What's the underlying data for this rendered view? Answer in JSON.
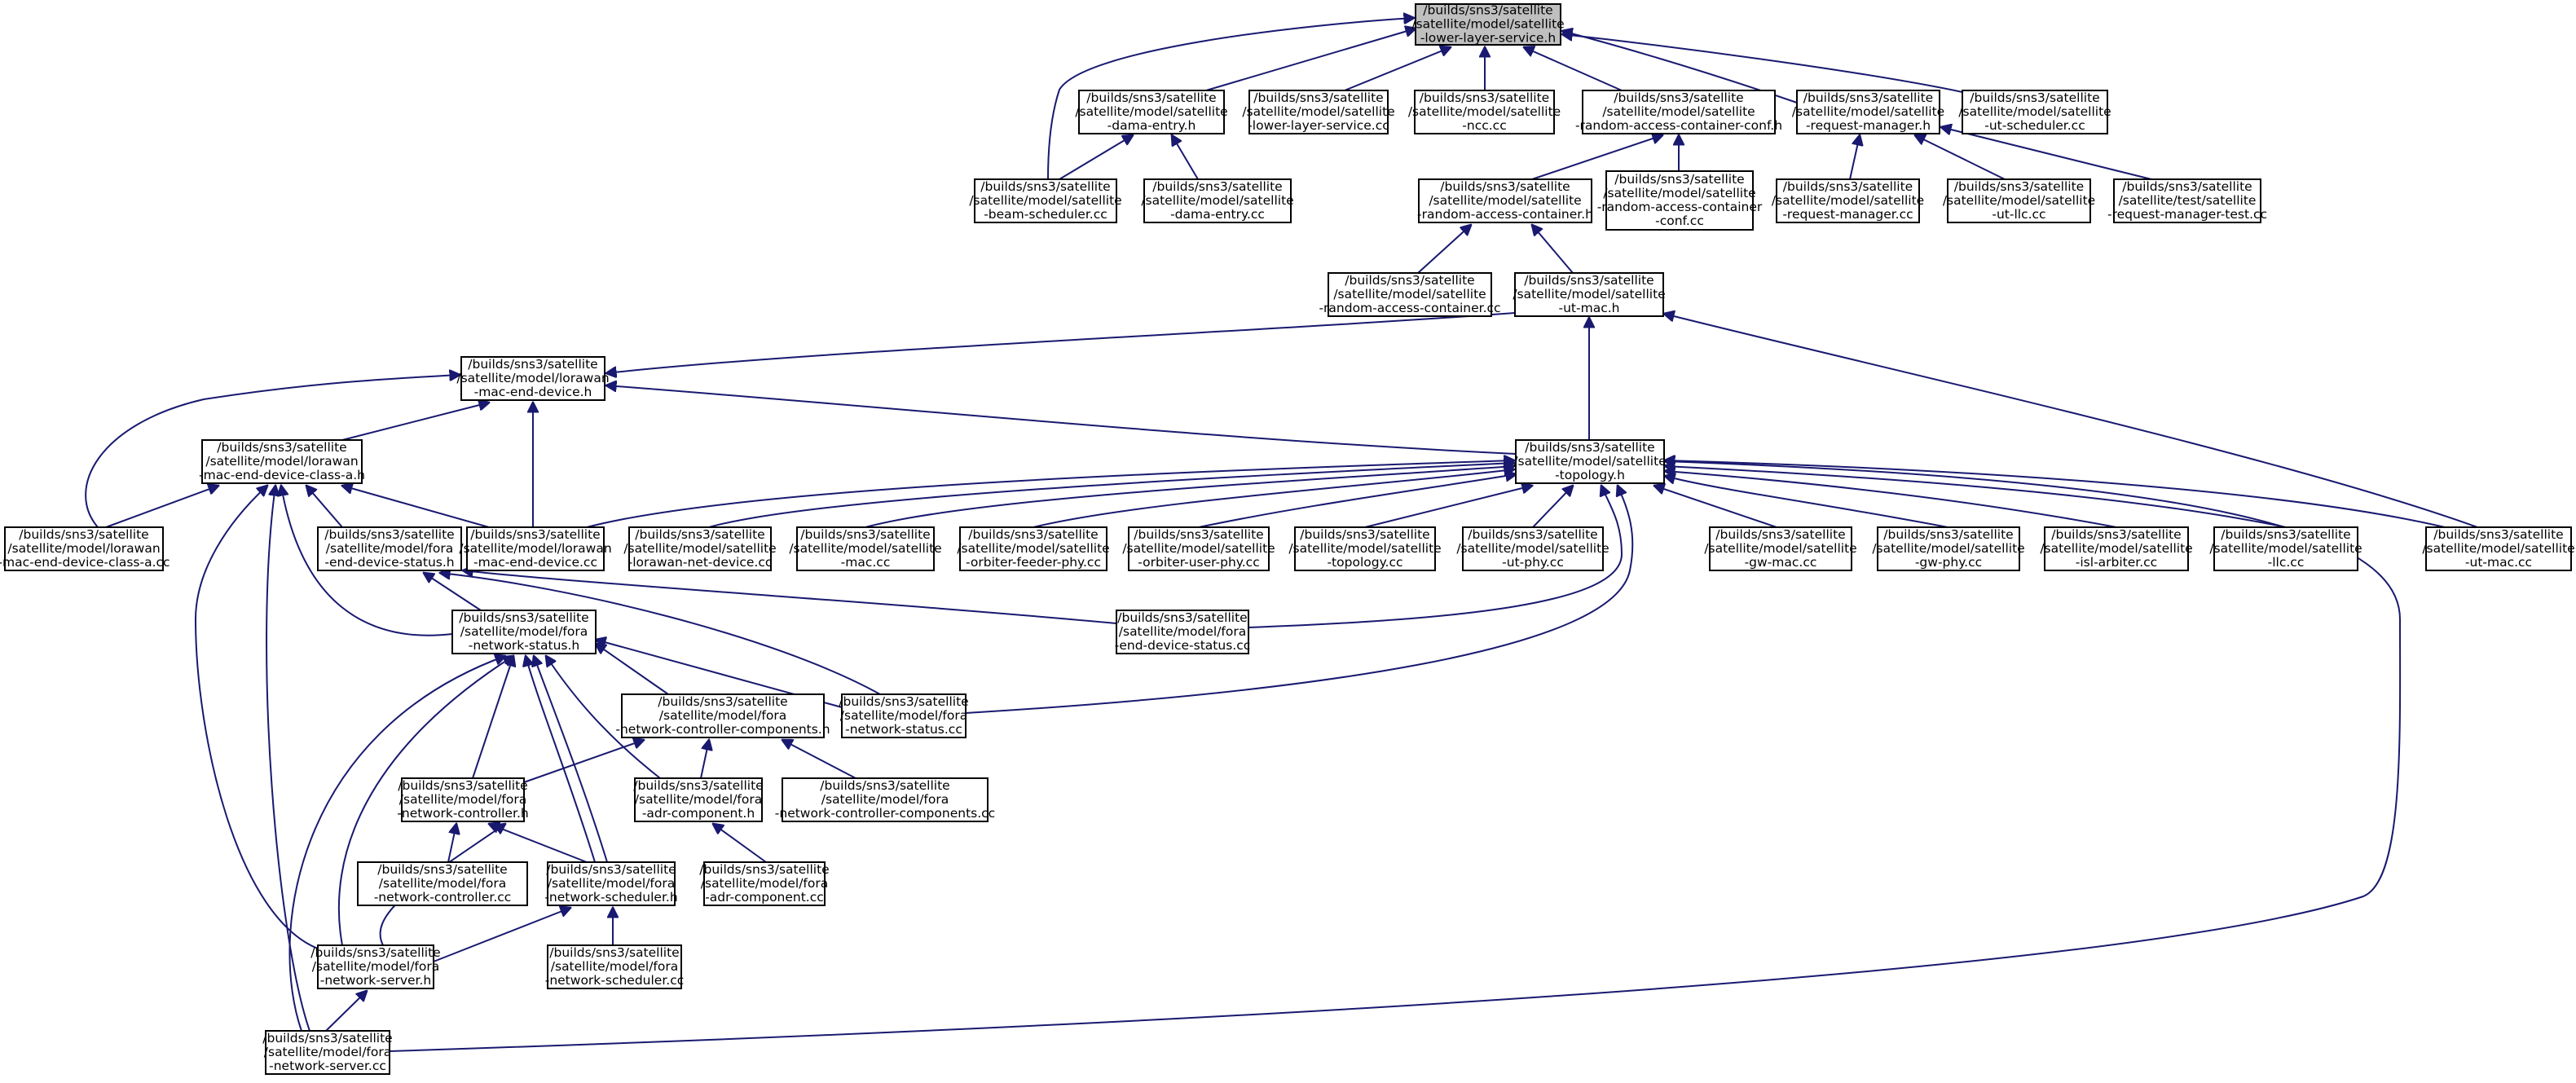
{
  "colors": {
    "node_fill": "#ffffff",
    "root_fill": "#bfbfbf",
    "node_border": "#000000",
    "edge": "#191970"
  },
  "nodes": [
    {
      "id": "root",
      "lines": [
        "/builds/sns3/satellite",
        "/satellite/model/satellite",
        "-lower-layer-service.h"
      ],
      "root": true
    },
    {
      "id": "dama_h",
      "lines": [
        "/builds/sns3/satellite",
        "/satellite/model/satellite",
        "-dama-entry.h"
      ]
    },
    {
      "id": "llservice_cc",
      "lines": [
        "/builds/sns3/satellite",
        "/satellite/model/satellite",
        "-lower-layer-service.cc"
      ]
    },
    {
      "id": "ncc_cc",
      "lines": [
        "/builds/sns3/satellite",
        "/satellite/model/satellite",
        "-ncc.cc"
      ]
    },
    {
      "id": "racconf_h",
      "lines": [
        "/builds/sns3/satellite",
        "/satellite/model/satellite",
        "-random-access-container-conf.h"
      ]
    },
    {
      "id": "reqmgr_h",
      "lines": [
        "/builds/sns3/satellite",
        "/satellite/model/satellite",
        "-request-manager.h"
      ]
    },
    {
      "id": "utsched_cc",
      "lines": [
        "/builds/sns3/satellite",
        "/satellite/model/satellite",
        "-ut-scheduler.cc"
      ]
    },
    {
      "id": "beamsched_cc",
      "lines": [
        "/builds/sns3/satellite",
        "/satellite/model/satellite",
        "-beam-scheduler.cc"
      ]
    },
    {
      "id": "dama_cc",
      "lines": [
        "/builds/sns3/satellite",
        "/satellite/model/satellite",
        "-dama-entry.cc"
      ]
    },
    {
      "id": "rac_h",
      "lines": [
        "/builds/sns3/satellite",
        "/satellite/model/satellite",
        "-random-access-container.h"
      ]
    },
    {
      "id": "racconf_cc",
      "lines": [
        "/builds/sns3/satellite",
        "/satellite/model/satellite",
        "-random-access-container",
        "-conf.cc"
      ]
    },
    {
      "id": "reqmgr_cc",
      "lines": [
        "/builds/sns3/satellite",
        "/satellite/model/satellite",
        "-request-manager.cc"
      ]
    },
    {
      "id": "utllc_cc",
      "lines": [
        "/builds/sns3/satellite",
        "/satellite/model/satellite",
        "-ut-llc.cc"
      ]
    },
    {
      "id": "reqmgrtest_cc",
      "lines": [
        "/builds/sns3/satellite",
        "/satellite/test/satellite",
        "-request-manager-test.cc"
      ]
    },
    {
      "id": "rac_cc",
      "lines": [
        "/builds/sns3/satellite",
        "/satellite/model/satellite",
        "-random-access-container.cc"
      ]
    },
    {
      "id": "utmac_h",
      "lines": [
        "/builds/sns3/satellite",
        "/satellite/model/satellite",
        "-ut-mac.h"
      ]
    },
    {
      "id": "lmed_h",
      "lines": [
        "/builds/sns3/satellite",
        "/satellite/model/lorawan",
        "-mac-end-device.h"
      ]
    },
    {
      "id": "lmedca_h",
      "lines": [
        "/builds/sns3/satellite",
        "/satellite/model/lorawan",
        "-mac-end-device-class-a.h"
      ]
    },
    {
      "id": "topo_h",
      "lines": [
        "/builds/sns3/satellite",
        "/satellite/model/satellite",
        "-topology.h"
      ]
    },
    {
      "id": "lmedca_cc",
      "lines": [
        "/builds/sns3/satellite",
        "/satellite/model/lorawan",
        "-mac-end-device-class-a.cc"
      ]
    },
    {
      "id": "feds_h",
      "lines": [
        "/builds/sns3/satellite",
        "/satellite/model/fora",
        "-end-device-status.h"
      ]
    },
    {
      "id": "lmed_cc",
      "lines": [
        "/builds/sns3/satellite",
        "/satellite/model/lorawan",
        "-mac-end-device.cc"
      ]
    },
    {
      "id": "lnd_cc",
      "lines": [
        "/builds/sns3/satellite",
        "/satellite/model/satellite",
        "-lorawan-net-device.cc"
      ]
    },
    {
      "id": "mac_cc",
      "lines": [
        "/builds/sns3/satellite",
        "/satellite/model/satellite",
        "-mac.cc"
      ]
    },
    {
      "id": "ofp_cc",
      "lines": [
        "/builds/sns3/satellite",
        "/satellite/model/satellite",
        "-orbiter-feeder-phy.cc"
      ]
    },
    {
      "id": "oup_cc",
      "lines": [
        "/builds/sns3/satellite",
        "/satellite/model/satellite",
        "-orbiter-user-phy.cc"
      ]
    },
    {
      "id": "topo_cc",
      "lines": [
        "/builds/sns3/satellite",
        "/satellite/model/satellite",
        "-topology.cc"
      ]
    },
    {
      "id": "utphy_cc",
      "lines": [
        "/builds/sns3/satellite",
        "/satellite/model/satellite",
        "-ut-phy.cc"
      ]
    },
    {
      "id": "gwmac_cc",
      "lines": [
        "/builds/sns3/satellite",
        "/satellite/model/satellite",
        "-gw-mac.cc"
      ]
    },
    {
      "id": "gwphy_cc",
      "lines": [
        "/builds/sns3/satellite",
        "/satellite/model/satellite",
        "-gw-phy.cc"
      ]
    },
    {
      "id": "isl_cc",
      "lines": [
        "/builds/sns3/satellite",
        "/satellite/model/satellite",
        "-isl-arbiter.cc"
      ]
    },
    {
      "id": "llc_cc",
      "lines": [
        "/builds/sns3/satellite",
        "/satellite/model/satellite",
        "-llc.cc"
      ]
    },
    {
      "id": "utmac_cc",
      "lines": [
        "/builds/sns3/satellite",
        "/satellite/model/satellite",
        "-ut-mac.cc"
      ]
    },
    {
      "id": "fns_h",
      "lines": [
        "/builds/sns3/satellite",
        "/satellite/model/fora",
        "-network-status.h"
      ]
    },
    {
      "id": "feds_cc",
      "lines": [
        "/builds/sns3/satellite",
        "/satellite/model/fora",
        "-end-device-status.cc"
      ]
    },
    {
      "id": "fncc_h",
      "lines": [
        "/builds/sns3/satellite",
        "/satellite/model/fora",
        "-network-controller-components.h"
      ]
    },
    {
      "id": "fns_cc",
      "lines": [
        "/builds/sns3/satellite",
        "/satellite/model/fora",
        "-network-status.cc"
      ]
    },
    {
      "id": "fnc_h",
      "lines": [
        "/builds/sns3/satellite",
        "/satellite/model/fora",
        "-network-controller.h"
      ]
    },
    {
      "id": "fadr_h",
      "lines": [
        "/builds/sns3/satellite",
        "/satellite/model/fora",
        "-adr-component.h"
      ]
    },
    {
      "id": "fncc_cc",
      "lines": [
        "/builds/sns3/satellite",
        "/satellite/model/fora",
        "-network-controller-components.cc"
      ]
    },
    {
      "id": "fnc_cc",
      "lines": [
        "/builds/sns3/satellite",
        "/satellite/model/fora",
        "-network-controller.cc"
      ]
    },
    {
      "id": "fnsch_h",
      "lines": [
        "/builds/sns3/satellite",
        "/satellite/model/fora",
        "-network-scheduler.h"
      ]
    },
    {
      "id": "fadr_cc",
      "lines": [
        "/builds/sns3/satellite",
        "/satellite/model/fora",
        "-adr-component.cc"
      ]
    },
    {
      "id": "fnsv_h",
      "lines": [
        "/builds/sns3/satellite",
        "/satellite/model/fora",
        "-network-server.h"
      ]
    },
    {
      "id": "fnsch_cc",
      "lines": [
        "/builds/sns3/satellite",
        "/satellite/model/fora",
        "-network-scheduler.cc"
      ]
    },
    {
      "id": "fnsv_cc",
      "lines": [
        "/builds/sns3/satellite",
        "/satellite/model/fora",
        "-network-server.cc"
      ]
    }
  ],
  "edges": [
    [
      "dama_h",
      "root"
    ],
    [
      "llservice_cc",
      "root"
    ],
    [
      "ncc_cc",
      "root"
    ],
    [
      "racconf_h",
      "root"
    ],
    [
      "reqmgr_h",
      "root"
    ],
    [
      "utsched_cc",
      "root"
    ],
    [
      "beamsched_cc",
      "root"
    ],
    [
      "beamsched_cc",
      "dama_h"
    ],
    [
      "dama_cc",
      "dama_h"
    ],
    [
      "rac_h",
      "racconf_h"
    ],
    [
      "racconf_cc",
      "racconf_h"
    ],
    [
      "reqmgr_cc",
      "reqmgr_h"
    ],
    [
      "utllc_cc",
      "reqmgr_h"
    ],
    [
      "reqmgrtest_cc",
      "reqmgr_h"
    ],
    [
      "rac_cc",
      "rac_h"
    ],
    [
      "utmac_h",
      "rac_h"
    ],
    [
      "lmed_h",
      "utmac_h"
    ],
    [
      "topo_h",
      "utmac_h"
    ],
    [
      "utmac_cc",
      "utmac_h"
    ],
    [
      "lmedca_h",
      "lmed_h"
    ],
    [
      "lmed_cc",
      "lmed_h"
    ],
    [
      "lmedca_cc",
      "lmed_h"
    ],
    [
      "topo_h",
      "lmed_h"
    ],
    [
      "lmedca_cc",
      "lmedca_h"
    ],
    [
      "feds_h",
      "lmedca_h"
    ],
    [
      "lmed_cc",
      "lmedca_h"
    ],
    [
      "fns_h",
      "lmedca_h"
    ],
    [
      "fnsv_h",
      "lmedca_h"
    ],
    [
      "fnsv_cc",
      "lmedca_h"
    ],
    [
      "lmed_cc",
      "topo_h"
    ],
    [
      "lnd_cc",
      "topo_h"
    ],
    [
      "mac_cc",
      "topo_h"
    ],
    [
      "ofp_cc",
      "topo_h"
    ],
    [
      "oup_cc",
      "topo_h"
    ],
    [
      "topo_cc",
      "topo_h"
    ],
    [
      "utphy_cc",
      "topo_h"
    ],
    [
      "gwmac_cc",
      "topo_h"
    ],
    [
      "gwphy_cc",
      "topo_h"
    ],
    [
      "isl_cc",
      "topo_h"
    ],
    [
      "llc_cc",
      "topo_h"
    ],
    [
      "utmac_cc",
      "topo_h"
    ],
    [
      "feds_cc",
      "topo_h"
    ],
    [
      "fns_cc",
      "topo_h"
    ],
    [
      "fnsv_cc",
      "topo_h"
    ],
    [
      "fns_h",
      "feds_h"
    ],
    [
      "feds_cc",
      "feds_h"
    ],
    [
      "fns_cc",
      "feds_h"
    ],
    [
      "fncc_h",
      "fns_h"
    ],
    [
      "fns_cc",
      "fns_h"
    ],
    [
      "fnc_h",
      "fns_h"
    ],
    [
      "fadr_h",
      "fns_h"
    ],
    [
      "fnsch_h",
      "fns_h"
    ],
    [
      "fnsch_h",
      "fns_h"
    ],
    [
      "fnsv_h",
      "fns_h"
    ],
    [
      "fnsv_cc",
      "fns_h"
    ],
    [
      "fnc_h",
      "fncc_h"
    ],
    [
      "fadr_h",
      "fncc_h"
    ],
    [
      "fncc_cc",
      "fncc_h"
    ],
    [
      "fnc_cc",
      "fnc_h"
    ],
    [
      "fnsch_h",
      "fnc_h"
    ],
    [
      "fnsv_h",
      "fnc_h"
    ],
    [
      "fadr_cc",
      "fadr_h"
    ],
    [
      "fnsv_h",
      "fnsch_h"
    ],
    [
      "fnsch_cc",
      "fnsch_h"
    ],
    [
      "fnsv_cc",
      "fnsv_h"
    ]
  ]
}
